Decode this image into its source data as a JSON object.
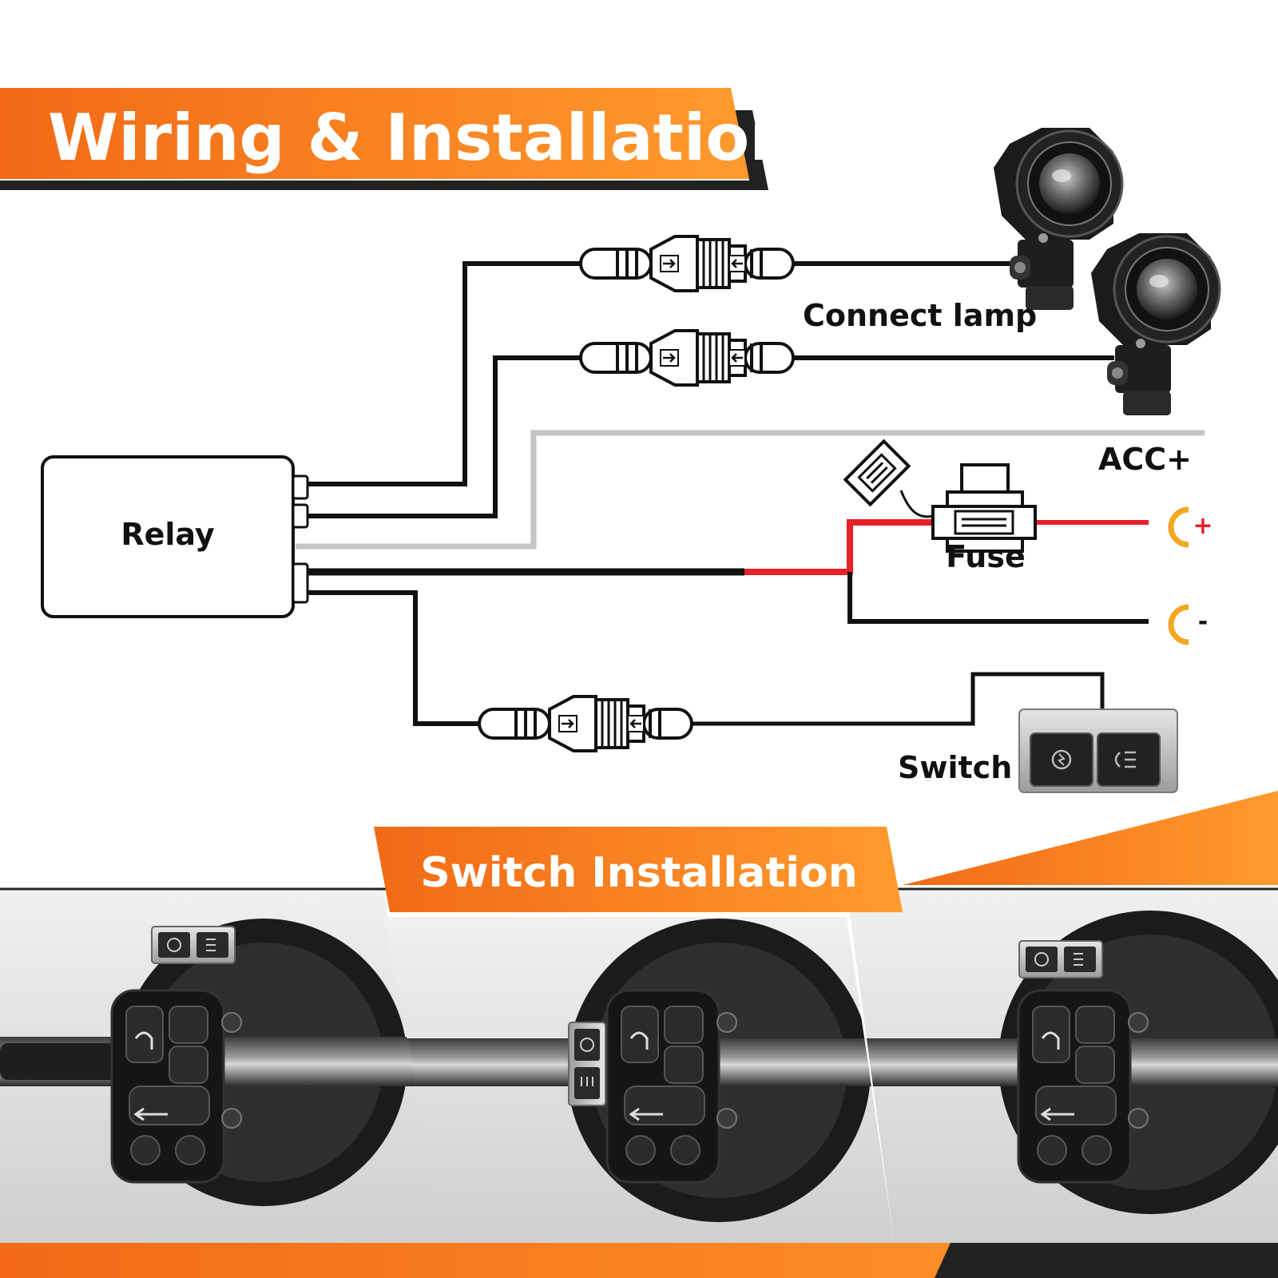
{
  "header": {
    "title": "Wiring & Installation"
  },
  "labels": {
    "relay": "Relay",
    "connect_lamp": "Connect lamp",
    "acc": "ACC+",
    "fuse": "Fuse",
    "switch": "Switch",
    "plus": "+",
    "minus": "-"
  },
  "section2": {
    "title": "Switch Installation"
  },
  "colors": {
    "orange": "#f47a1f",
    "orange_light": "#ff9a2e",
    "dark": "#222222",
    "wire_black": "#111111",
    "wire_red": "#e8202a",
    "wire_gray": "#c4c4c4",
    "terminal": "#f5a623"
  },
  "icons": [
    "relay-box-icon",
    "connector-icon",
    "fog-lamp-icon",
    "fuse-icon",
    "ring-terminal-icon",
    "switch-panel-icon",
    "handlebar-photo"
  ]
}
